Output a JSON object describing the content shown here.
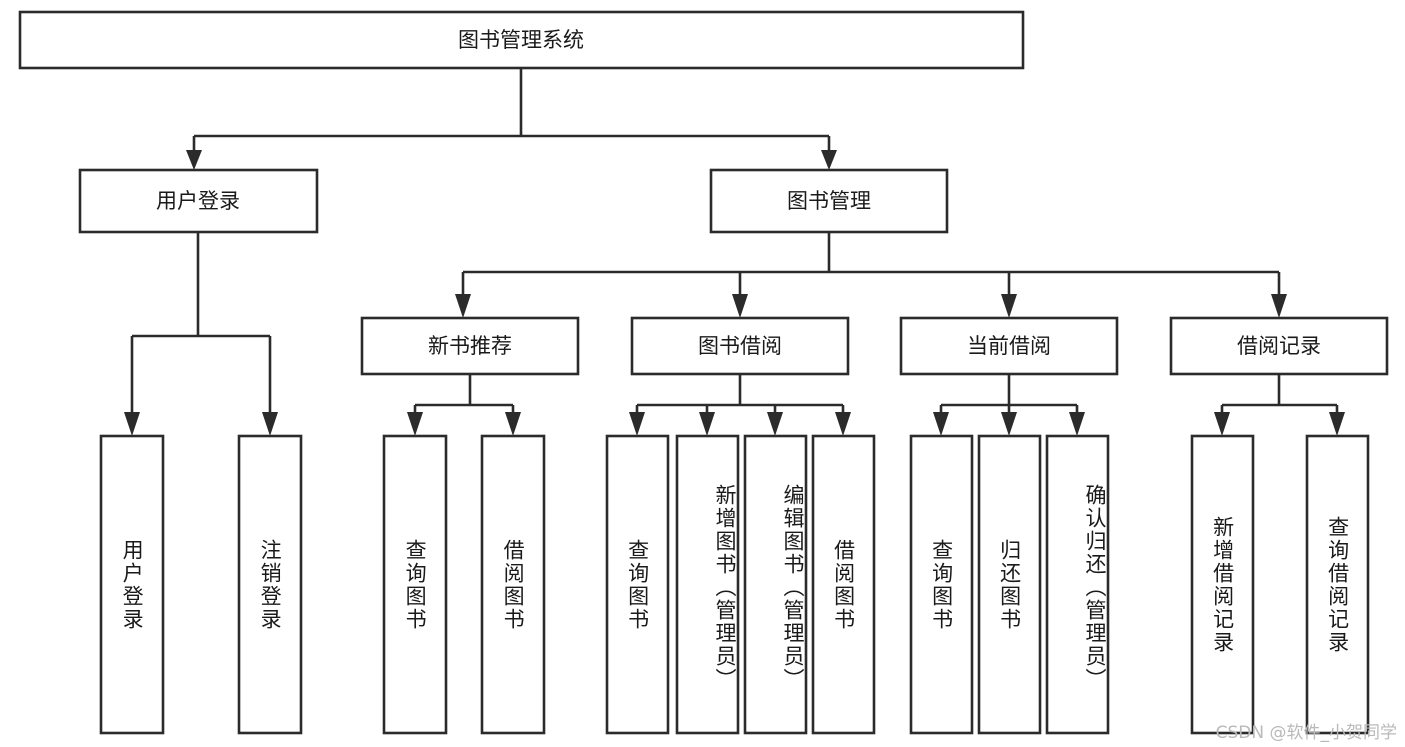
{
  "diagram": {
    "type": "hierarchy-tree",
    "title": "图书管理系统",
    "watermark": "CSDN @软件_小贺同学",
    "colors": {
      "stroke": "#2b2b2b",
      "fill": "#ffffff",
      "text": "#1a1a1a",
      "watermark": "#b9b9b9"
    },
    "levels": [
      {
        "level": 1,
        "nodes": [
          {
            "id": "root",
            "label": "图书管理系统",
            "orientation": "horizontal"
          }
        ]
      },
      {
        "level": 2,
        "nodes": [
          {
            "id": "login",
            "label": "用户登录",
            "orientation": "horizontal",
            "parent": "root"
          },
          {
            "id": "bookmgmt",
            "label": "图书管理",
            "orientation": "horizontal",
            "parent": "root"
          }
        ]
      },
      {
        "level": 3,
        "nodes": [
          {
            "id": "newbook",
            "label": "新书推荐",
            "orientation": "horizontal",
            "parent": "bookmgmt"
          },
          {
            "id": "borrow",
            "label": "图书借阅",
            "orientation": "horizontal",
            "parent": "bookmgmt"
          },
          {
            "id": "current",
            "label": "当前借阅",
            "orientation": "horizontal",
            "parent": "bookmgmt"
          },
          {
            "id": "record",
            "label": "借阅记录",
            "orientation": "horizontal",
            "parent": "bookmgmt"
          }
        ]
      },
      {
        "level": 4,
        "nodes": [
          {
            "id": "leaf-user-login",
            "label": "用户登录",
            "orientation": "vertical",
            "parent": "login"
          },
          {
            "id": "leaf-user-logout",
            "label": "注销登录",
            "orientation": "vertical",
            "parent": "login"
          },
          {
            "id": "leaf-query-book-1",
            "label": "查询图书",
            "orientation": "vertical",
            "parent": "newbook"
          },
          {
            "id": "leaf-borrow-book-1",
            "label": "借阅图书",
            "orientation": "vertical",
            "parent": "newbook"
          },
          {
            "id": "leaf-query-book-2",
            "label": "查询图书",
            "orientation": "vertical",
            "parent": "borrow"
          },
          {
            "id": "leaf-add-book",
            "label": "新增图书（管理员）",
            "orientation": "vertical",
            "parent": "borrow"
          },
          {
            "id": "leaf-edit-book",
            "label": "编辑图书（管理员）",
            "orientation": "vertical",
            "parent": "borrow"
          },
          {
            "id": "leaf-borrow-book-2",
            "label": "借阅图书",
            "orientation": "vertical",
            "parent": "borrow"
          },
          {
            "id": "leaf-query-book-3",
            "label": "查询图书",
            "orientation": "vertical",
            "parent": "current"
          },
          {
            "id": "leaf-return-book",
            "label": "归还图书",
            "orientation": "vertical",
            "parent": "current"
          },
          {
            "id": "leaf-confirm-return",
            "label": "确认归还（管理员）",
            "orientation": "vertical",
            "parent": "current"
          },
          {
            "id": "leaf-add-record",
            "label": "新增借阅记录",
            "orientation": "vertical",
            "parent": "record"
          },
          {
            "id": "leaf-query-record",
            "label": "查询借阅记录",
            "orientation": "vertical",
            "parent": "record"
          }
        ]
      }
    ]
  }
}
